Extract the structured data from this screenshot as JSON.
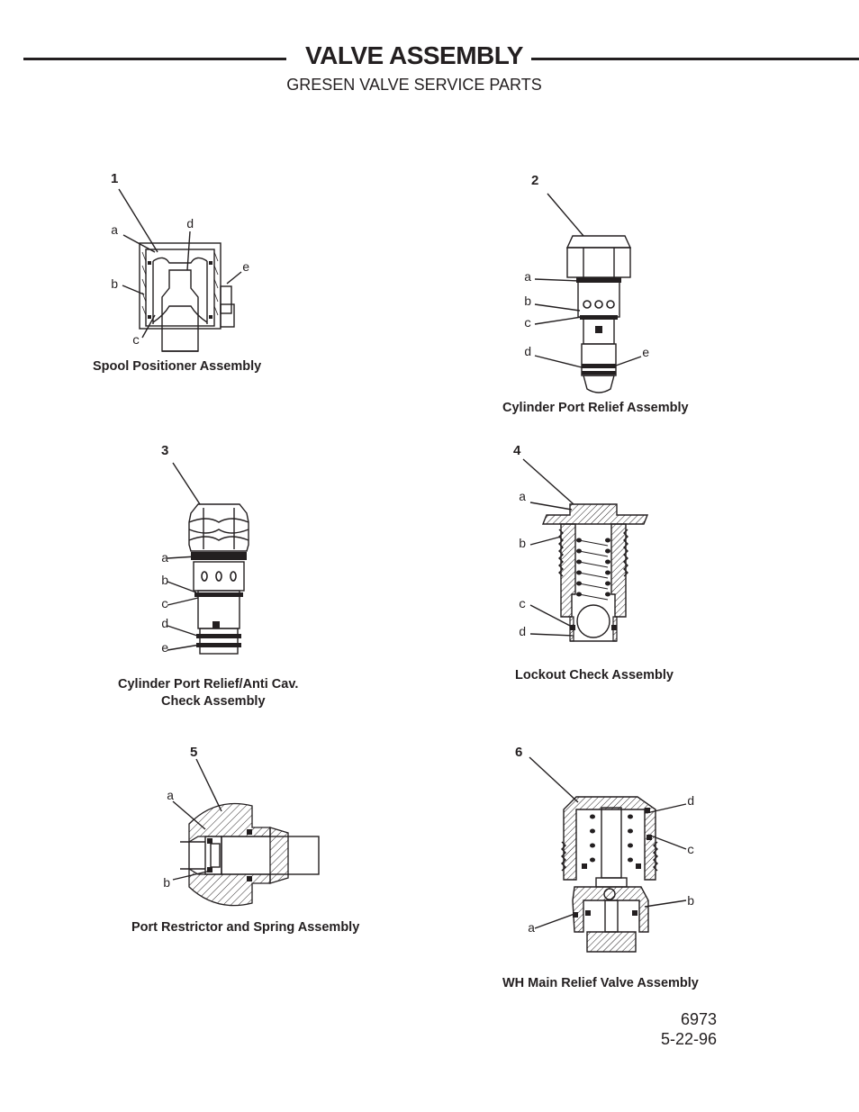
{
  "header": {
    "title": "VALVE ASSEMBLY",
    "subtitle": "GRESEN VALVE SERVICE PARTS"
  },
  "figures": [
    {
      "number": "1",
      "caption": "Spool Positioner Assembly",
      "labels": [
        "a",
        "b",
        "c",
        "d",
        "e"
      ]
    },
    {
      "number": "2",
      "caption": "Cylinder Port Relief Assembly",
      "labels": [
        "a",
        "b",
        "c",
        "d",
        "e"
      ]
    },
    {
      "number": "3",
      "caption_line1": "Cylinder Port Relief/Anti Cav.",
      "caption_line2": "Check Assembly",
      "labels": [
        "a",
        "b",
        "c",
        "d",
        "e"
      ]
    },
    {
      "number": "4",
      "caption": "Lockout Check Assembly",
      "labels": [
        "a",
        "b",
        "c",
        "d"
      ]
    },
    {
      "number": "5",
      "caption": "Port Restrictor and Spring Assembly",
      "labels": [
        "a",
        "b"
      ]
    },
    {
      "number": "6",
      "caption": "WH Main Relief Valve Assembly",
      "labels": [
        "d",
        "c",
        "b",
        "a"
      ]
    }
  ],
  "footer": {
    "doc_number": "6973",
    "date": "5-22-96"
  }
}
